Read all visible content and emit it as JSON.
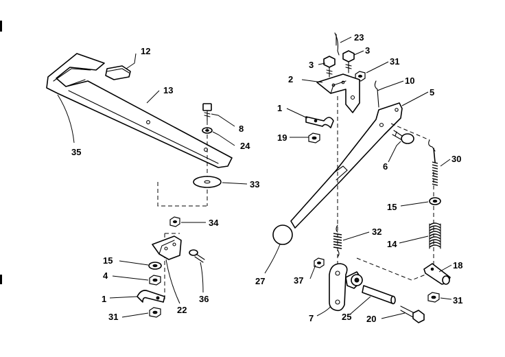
{
  "callouts": {
    "c1a": "1",
    "c1b": "1",
    "c2": "2",
    "c3a": "3",
    "c3b": "3",
    "c4": "4",
    "c5": "5",
    "c6": "6",
    "c7": "7",
    "c8": "8",
    "c10": "10",
    "c12": "12",
    "c13": "13",
    "c14": "14",
    "c15a": "15",
    "c15b": "15",
    "c18": "18",
    "c19": "19",
    "c20": "20",
    "c22": "22",
    "c23": "23",
    "c24": "24",
    "c25": "25",
    "c27": "27",
    "c30": "30",
    "c31a": "31",
    "c31b": "31",
    "c31c": "31",
    "c32": "32",
    "c33": "33",
    "c34": "34",
    "c35": "35",
    "c36": "36",
    "c37": "37"
  }
}
